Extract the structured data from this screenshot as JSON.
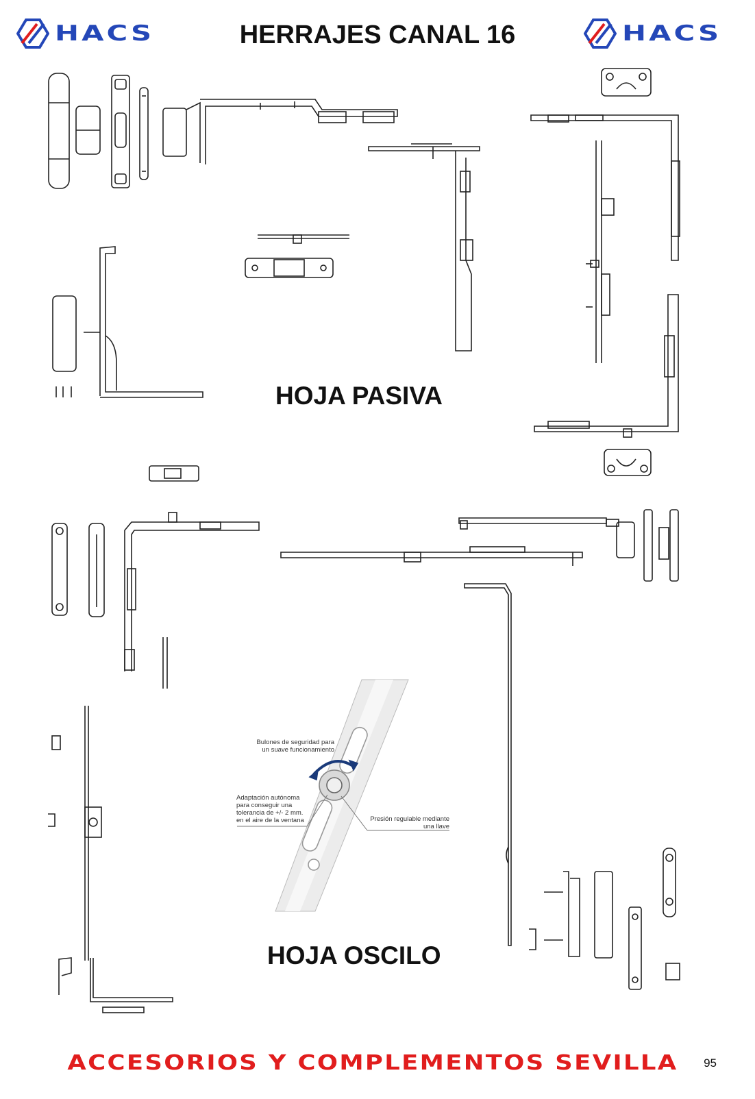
{
  "header": {
    "logo_text_left": "HACS",
    "logo_text_right": "HACS",
    "title": "HERRAJES CANAL 16"
  },
  "sections": {
    "pasiva_title": "HOJA PASIVA",
    "oscilo_title": "HOJA OSCILO"
  },
  "callouts": {
    "bulones": [
      "Bulones de seguridad para",
      "un suave funcionamiento"
    ],
    "adaptacion": [
      "Adaptación autónoma",
      "para conseguir una",
      "tolerancia de +/- 2 mm.",
      "en el aire de la ventana"
    ],
    "presion": [
      "Presión regulable mediante",
      "una llave"
    ]
  },
  "footer": {
    "text": "ACCESORIOS Y COMPLEMENTOS SEVILLA",
    "page_number": "95"
  },
  "colors": {
    "brand_blue": "#2447b8",
    "brand_red": "#e11d1d",
    "line": "#222222"
  },
  "icons": {
    "logo": "hacs-logo-icon"
  }
}
